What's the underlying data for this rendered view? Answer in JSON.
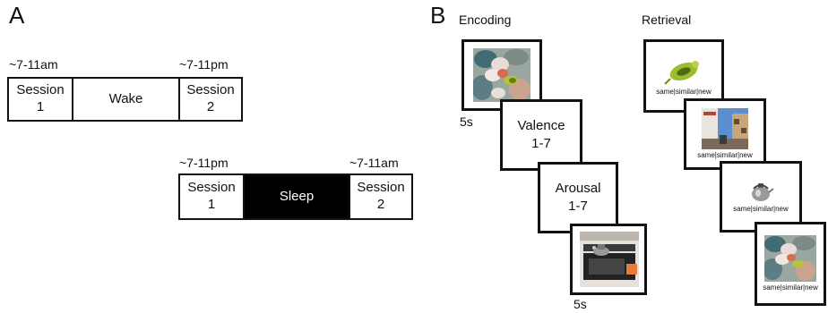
{
  "panel_a": {
    "letter": "A",
    "wake_timeline": {
      "start_time": "~7-11am",
      "end_time": "~7-11pm",
      "session1": {
        "line1": "Session",
        "line2": "1"
      },
      "middle": "Wake",
      "session2": {
        "line1": "Session",
        "line2": "2"
      }
    },
    "sleep_timeline": {
      "start_time": "~7-11pm",
      "end_time": "~7-11am",
      "session1": {
        "line1": "Session",
        "line2": "1"
      },
      "middle": "Sleep",
      "session2": {
        "line1": "Session",
        "line2": "2"
      }
    }
  },
  "panel_b": {
    "letter": "B",
    "encoding": {
      "title": "Encoding",
      "first_duration": "5s",
      "valence": {
        "line1": "Valence",
        "line2": "1-7"
      },
      "arousal": {
        "line1": "Arousal",
        "line2": "1-7"
      },
      "last_duration": "5s"
    },
    "retrieval": {
      "title": "Retrieval",
      "responses": [
        "same|similar|new",
        "same|similar|new",
        "same|similar|new",
        "same|similar|new"
      ]
    }
  },
  "colors": {
    "border": "#111111",
    "sleep_fill": "#000000"
  }
}
